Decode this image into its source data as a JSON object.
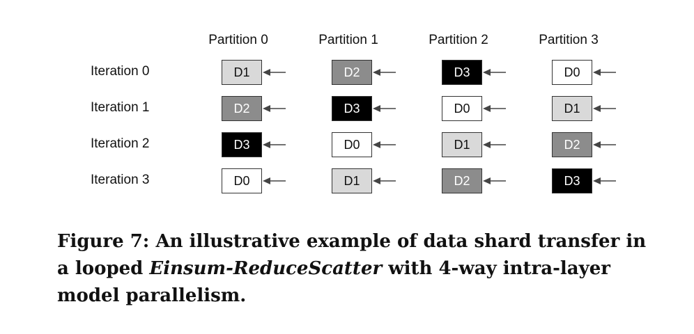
{
  "diagram": {
    "columns": [
      "Partition 0",
      "Partition 1",
      "Partition 2",
      "Partition 3"
    ],
    "rows": [
      {
        "label": "Iteration 0",
        "cells": [
          {
            "text": "D1",
            "fill": "#d9d9d9",
            "color": "#111111"
          },
          {
            "text": "D2",
            "fill": "#8c8c8c",
            "color": "#ffffff"
          },
          {
            "text": "D3",
            "fill": "#000000",
            "color": "#ffffff"
          },
          {
            "text": "D0",
            "fill": "#ffffff",
            "color": "#111111"
          }
        ]
      },
      {
        "label": "Iteration 1",
        "cells": [
          {
            "text": "D2",
            "fill": "#8c8c8c",
            "color": "#ffffff"
          },
          {
            "text": "D3",
            "fill": "#000000",
            "color": "#ffffff"
          },
          {
            "text": "D0",
            "fill": "#ffffff",
            "color": "#111111"
          },
          {
            "text": "D1",
            "fill": "#d9d9d9",
            "color": "#111111"
          }
        ]
      },
      {
        "label": "Iteration 2",
        "cells": [
          {
            "text": "D3",
            "fill": "#000000",
            "color": "#ffffff"
          },
          {
            "text": "D0",
            "fill": "#ffffff",
            "color": "#111111"
          },
          {
            "text": "D1",
            "fill": "#d9d9d9",
            "color": "#111111"
          },
          {
            "text": "D2",
            "fill": "#8c8c8c",
            "color": "#ffffff"
          }
        ]
      },
      {
        "label": "Iteration 3",
        "cells": [
          {
            "text": "D0",
            "fill": "#ffffff",
            "color": "#111111"
          },
          {
            "text": "D1",
            "fill": "#d9d9d9",
            "color": "#111111"
          },
          {
            "text": "D2",
            "fill": "#8c8c8c",
            "color": "#ffffff"
          },
          {
            "text": "D3",
            "fill": "#000000",
            "color": "#ffffff"
          }
        ]
      }
    ]
  },
  "caption": {
    "prefix": "Figure 7: An illustrative example of data shard transfer in a looped ",
    "emphasis": "Einsum-ReduceScatter",
    "suffix": " with 4-way intra-layer model parallelism."
  }
}
